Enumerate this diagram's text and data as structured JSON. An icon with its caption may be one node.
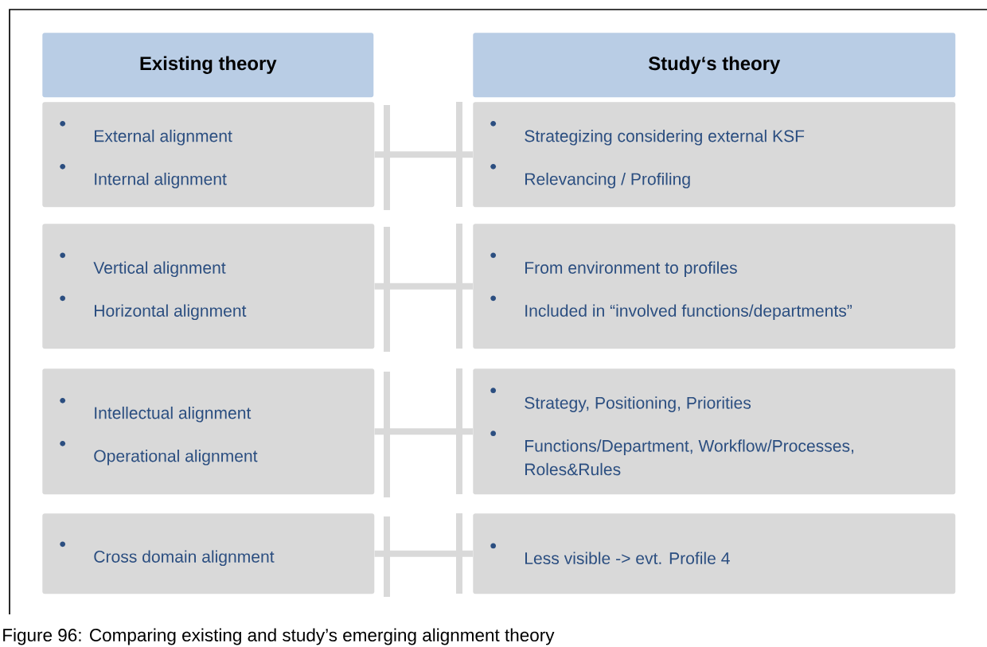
{
  "diagram": {
    "caption": "Figure 96: Comparing existing and study’s emerging alignment theory",
    "nodes": [
      {
        "text": [
          "Existing theory"
        ]
      },
      {
        "text": [
          "Study‘s theory"
        ]
      },
      {
        "text": [
          "External alignment",
          "Internal alignment"
        ]
      },
      {
        "text": [
          "Strategizing considering external KSF",
          "Relevancing / Profiling"
        ]
      },
      {
        "text": [
          "Vertical alignment",
          "Horizontal alignment"
        ]
      },
      {
        "text": [
          "From environment to profiles",
          "Included in “involved functions/departments”"
        ]
      },
      {
        "text": [
          "Intellectual alignment",
          "Operational alignment"
        ]
      },
      {
        "text": [
          "Strategy, Positioning, Priorities",
          "Functions/Department, Workflow/Processes, Roles&Rules"
        ]
      },
      {
        "text": [
          "Cross domain alignment"
        ]
      },
      {
        "text": [
          "Less visible -> evt. Profile 4"
        ]
      }
    ],
    "edges": [
      {
        "from": 2,
        "to": 3,
        "arrow": "none"
      },
      {
        "from": 4,
        "to": 5,
        "arrow": "none"
      },
      {
        "from": 6,
        "to": 7,
        "arrow": "none"
      },
      {
        "from": 8,
        "to": 9,
        "arrow": "none"
      }
    ]
  }
}
